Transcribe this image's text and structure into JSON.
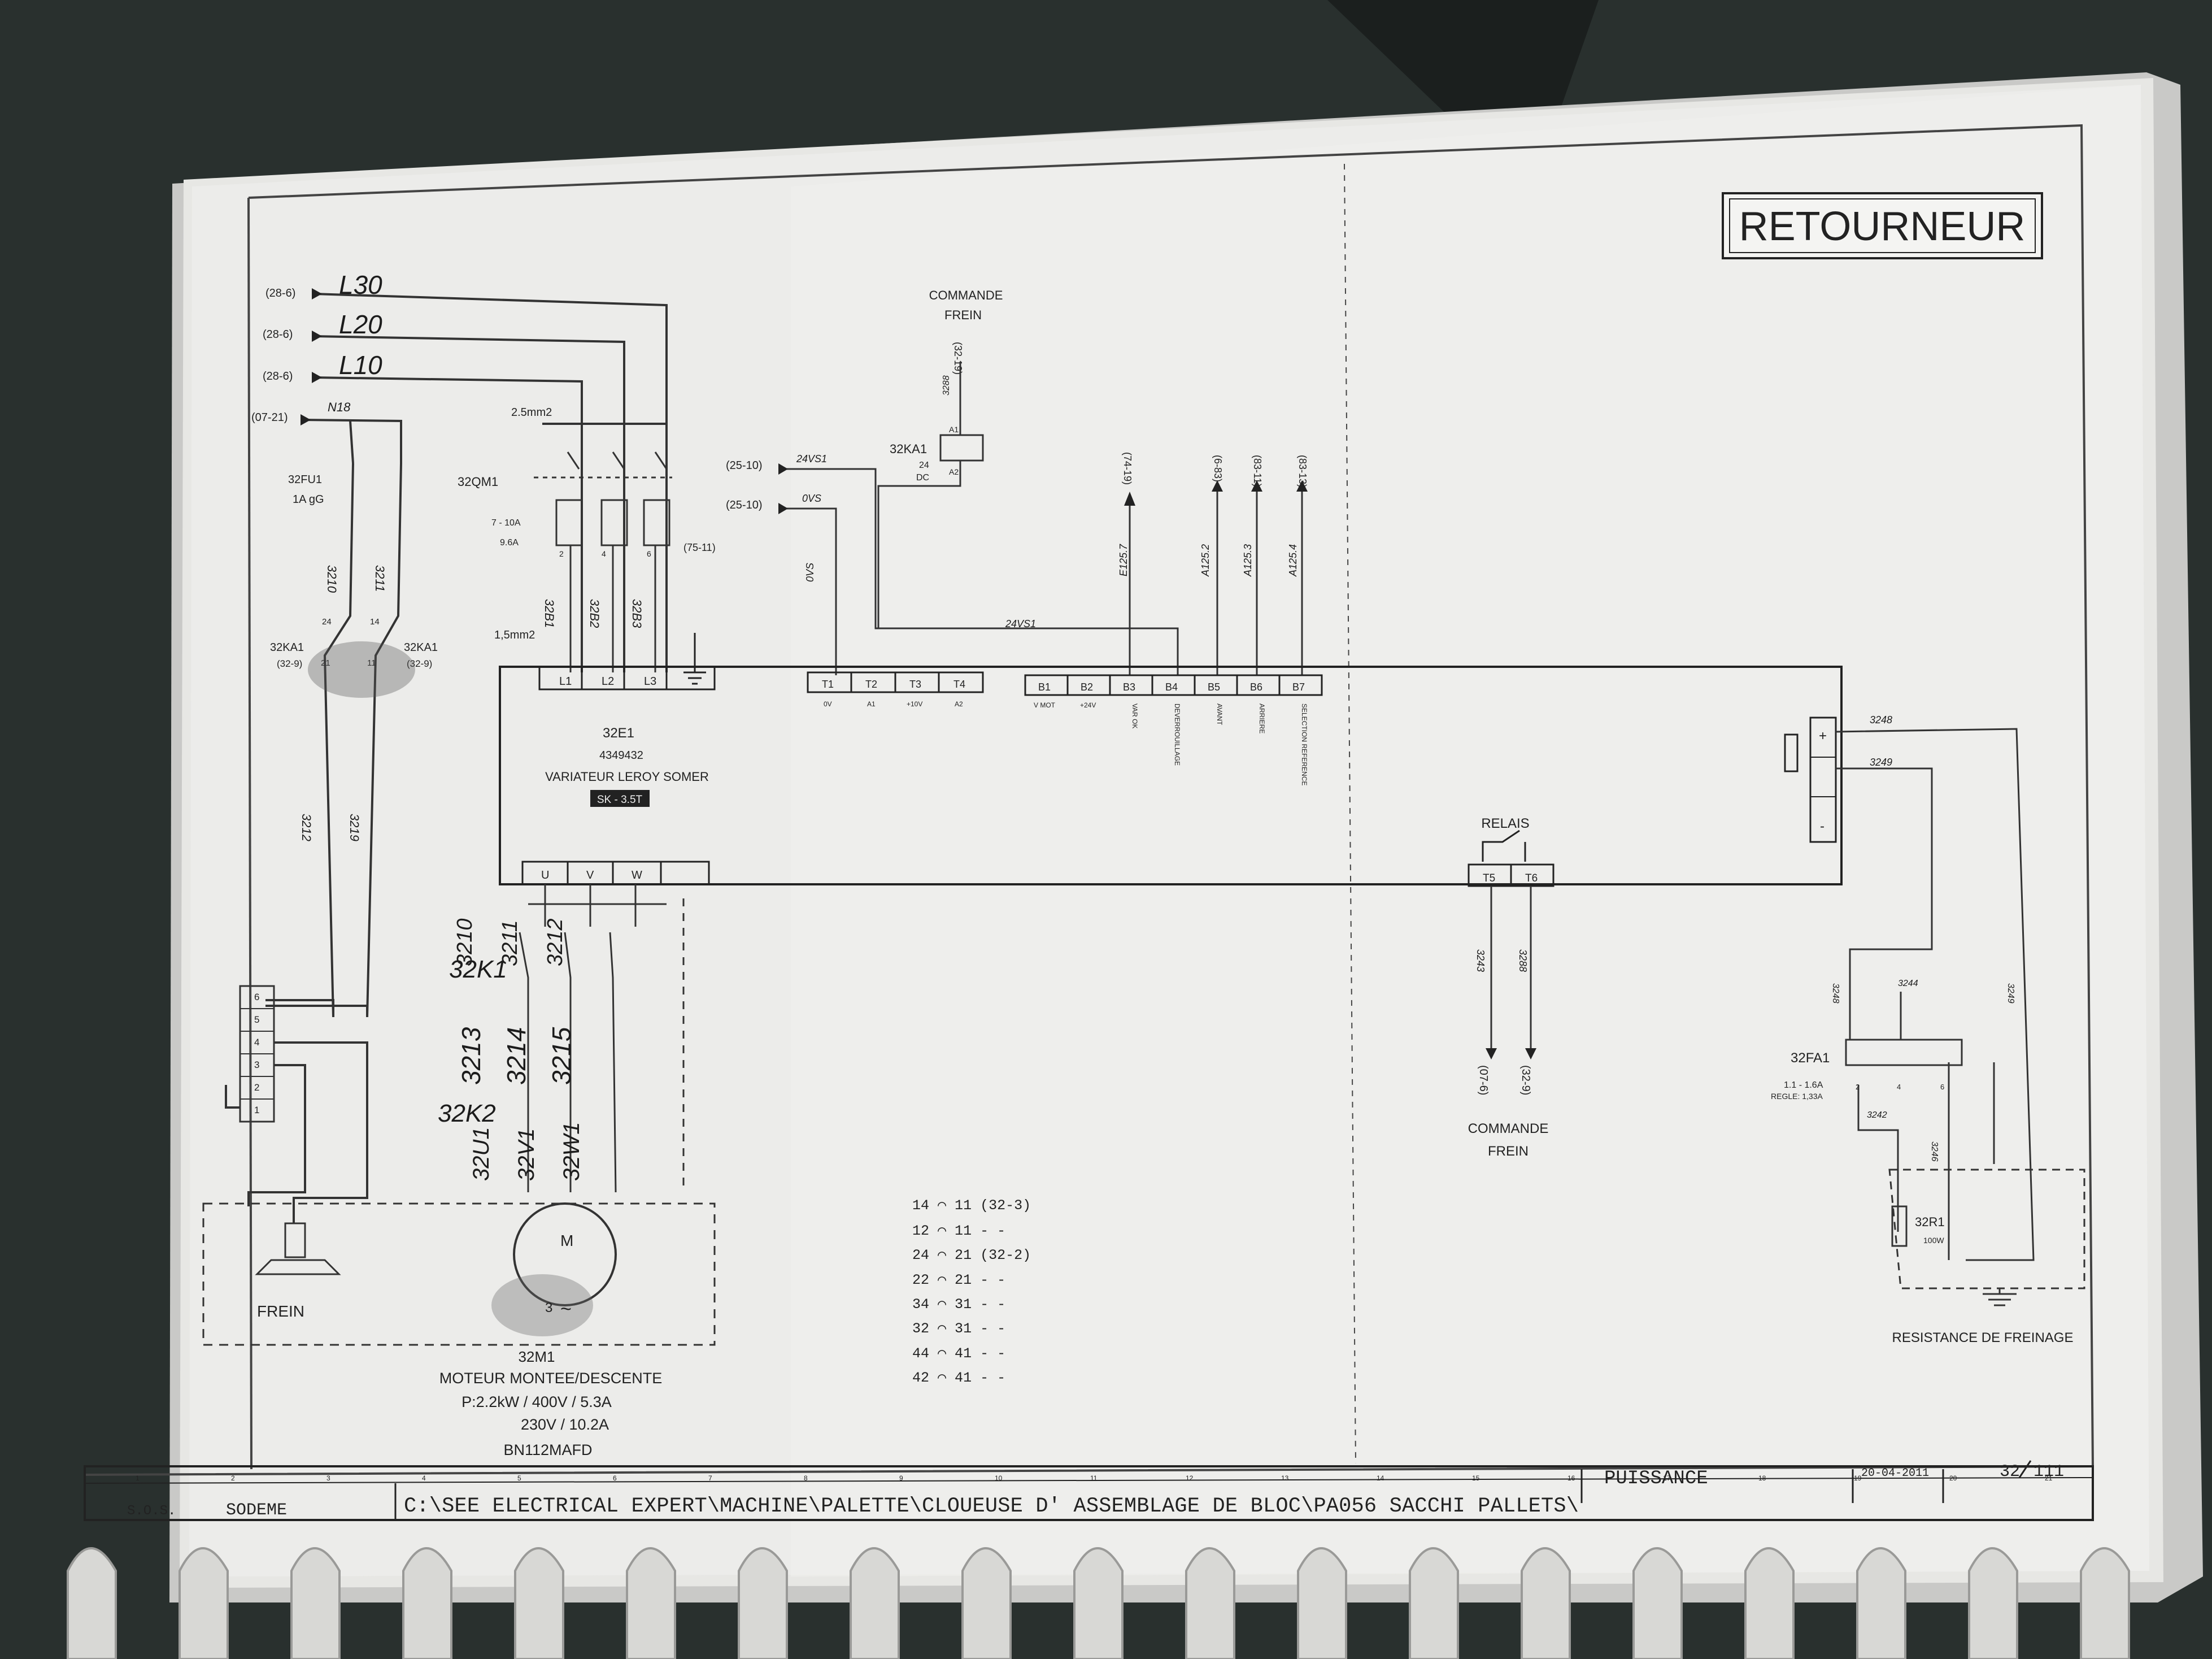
{
  "sheet": {
    "title": "RETOURNEUR",
    "title_block": {
      "company": "S.O.S.",
      "designer": "SODEME",
      "path": "C:\\SEE ELECTRICAL EXPERT\\MACHINE\\PALETTE\\CLOUEUSE D' ASSEMBLAGE DE BLOC\\PA056 SACCHI PALLETS\\",
      "section": "PUISSANCE",
      "date": "20-04-2011",
      "page": "32",
      "total": "111",
      "columns": [
        "1",
        "2",
        "3",
        "4",
        "5",
        "6",
        "7",
        "8",
        "9",
        "10",
        "11",
        "12",
        "13",
        "14",
        "15",
        "16",
        "17",
        "18",
        "19",
        "20",
        "21"
      ]
    }
  },
  "supply": {
    "refs": [
      "(28-6)",
      "(28-6)",
      "(28-6)",
      "(07-21)"
    ],
    "handwritten": [
      "L30",
      "L20",
      "L10"
    ],
    "neutral": "N18",
    "section_25": "2.5mm2",
    "section_15": "1,5mm2"
  },
  "fuse": {
    "name": "32FU1",
    "rating": "1A gG",
    "wires": [
      "3210",
      "3211"
    ]
  },
  "breaker": {
    "name": "32QM1",
    "range": "7 - 10A",
    "setting": "9.6A",
    "aux_ref": "(75-11)",
    "terminals": [
      "2",
      "4",
      "6"
    ],
    "wires": [
      "32B1",
      "32B2",
      "32B3"
    ]
  },
  "contactor_left": {
    "left_name": "32KA1",
    "left_ref": "(32-9)",
    "right_name": "32KA1",
    "right_ref": "(32-9)",
    "left_pins": [
      "24",
      "21"
    ],
    "right_pins": [
      "14",
      "11"
    ],
    "wires": [
      "3212",
      "3219"
    ]
  },
  "brake_connector": {
    "pins": [
      "6",
      "5",
      "4",
      "3",
      "2",
      "1"
    ],
    "label": "FREIN"
  },
  "command_relay": {
    "title": "COMMANDE",
    "subtitle": "FREIN",
    "ref": "(32-19)",
    "wire": "3288",
    "name": "32KA1",
    "voltage": "24",
    "type": "DC",
    "a1": "A1",
    "a2": "A2"
  },
  "control_inputs": {
    "ref_24v": "(25-10)",
    "ref_0v": "(25-10)",
    "w24": "24VS1",
    "w0": "0VS",
    "w0b": "0VS",
    "w24b": "24VS1",
    "arrows": [
      {
        "ref": "(74-19)",
        "wire": "E125.7"
      },
      {
        "ref": "(6-83)",
        "wire": "A125.2"
      },
      {
        "ref": "(83-11)",
        "wire": "A125.3"
      },
      {
        "ref": "(83-13)",
        "wire": "A125.4"
      }
    ]
  },
  "drive": {
    "name": "32E1",
    "part": "4349432",
    "desc": "VARIATEUR LEROY SOMER",
    "model": "SK - 3.5T",
    "power_in": [
      "L1",
      "L2",
      "L3"
    ],
    "t_terms": [
      "T1",
      "T2",
      "T3",
      "T4"
    ],
    "t_sub": [
      "0V",
      "A1",
      "+10V",
      "A2"
    ],
    "b_terms": [
      "B1",
      "B2",
      "B3",
      "B4",
      "B5",
      "B6",
      "B7"
    ],
    "b_sub": [
      "V MOT",
      "+24V",
      "VAR OK",
      "DEVERROUILLAGE",
      "AVANT",
      "ARRIERE",
      "SELECTION REFERENCE"
    ],
    "out": [
      "U",
      "V",
      "W"
    ],
    "relay_label": "RELAIS",
    "relay_terms": [
      "T5",
      "T6"
    ],
    "dc_pins": [
      "+",
      "-"
    ]
  },
  "motor": {
    "name": "32M1",
    "desc": "MOTEUR MONTEE/DESCENTE",
    "power": "P:2.2kW / 400V / 5.3A",
    "alt": "230V / 10.2A",
    "model": "BN112MAFD",
    "symbol_m": "M",
    "symbol_3": "3",
    "hand_k1": "32K1",
    "hand_k2": "32K2",
    "hand_w1": [
      "3210",
      "3211",
      "3212"
    ],
    "hand_w2": [
      "3213",
      "3214",
      "3215"
    ],
    "hand_w3": [
      "32U1",
      "32V1",
      "32W1"
    ]
  },
  "relay_out": {
    "wires": [
      "3243",
      "3288"
    ],
    "refs": [
      "(07-6)",
      "(32-9)"
    ],
    "title": "COMMANDE",
    "subtitle": "FREIN"
  },
  "braking": {
    "wires_top": [
      "3248",
      "3249"
    ],
    "fa_name": "32FA1",
    "fa_range": "1.1 - 1.6A",
    "fa_setting": "REGLE: 1,33A",
    "fa_wires": [
      "3248",
      "3244",
      "3242",
      "3246",
      "3249"
    ],
    "fa_pins": [
      "2",
      "4",
      "6"
    ],
    "r_name": "32R1",
    "r_value": "100W",
    "label": "RESISTANCE DE FREINAGE"
  },
  "contacts_table": [
    "14 ⌒ 11 (32-3)",
    "12 ⌒ 11 - -",
    "24 ⌒ 21 (32-2)",
    "22 ⌒ 21 - -",
    "34 ⌒ 31 - -",
    "32 ⌒ 31 - -",
    "44 ⌒ 41 - -",
    "42 ⌒ 41 - -"
  ]
}
